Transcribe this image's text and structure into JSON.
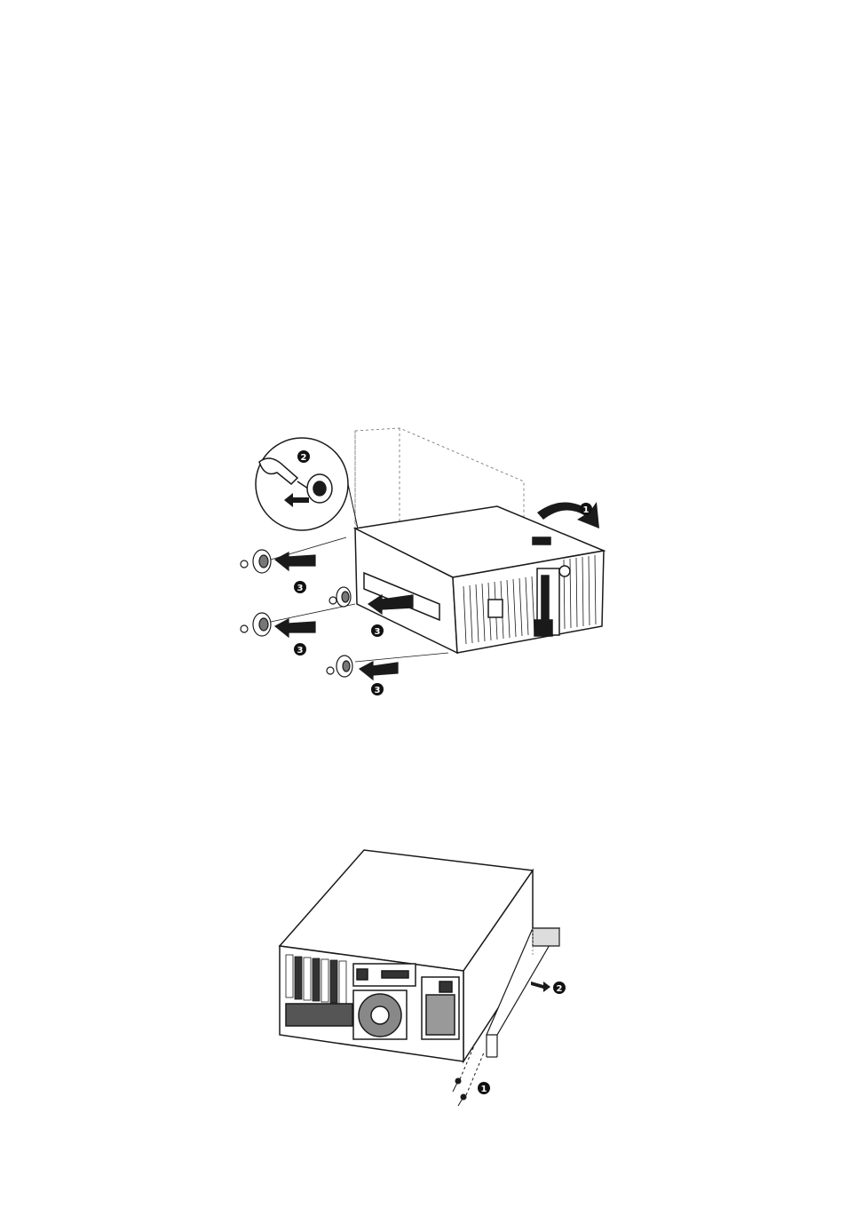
{
  "figure_top": {
    "callouts": {
      "step1": "1",
      "step2": "2",
      "step3a": "3",
      "step3b": "3",
      "step3c": "3",
      "step3d": "3"
    },
    "icons": [
      "rotate-arrow-icon",
      "remove-arrow-icon",
      "screwdriver-icon",
      "foot-icon",
      "screw-icon"
    ]
  },
  "figure_bottom": {
    "callouts": {
      "step1": "1",
      "step2": "2"
    },
    "icons": [
      "screw-icon",
      "remove-arrow-icon"
    ]
  },
  "colors": {
    "line": "#1a1a1a",
    "dashed": "#888888",
    "callout_bg": "#111111",
    "callout_text": "#ffffff"
  }
}
